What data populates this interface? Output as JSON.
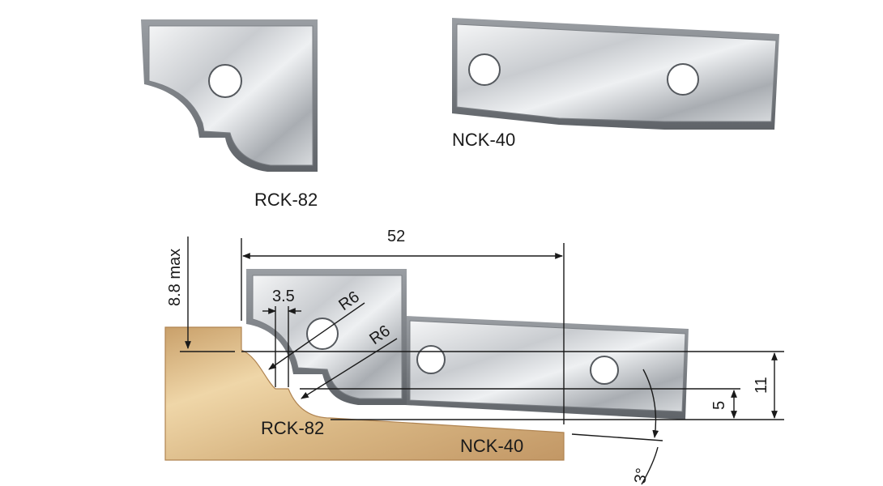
{
  "labels": {
    "rck_top": "RCK-82",
    "nck_top": "NCK-40",
    "rck_bottom": "RCK-82",
    "nck_bottom": "NCK-40"
  },
  "dimensions": {
    "width": "52",
    "max_depth": "8.8 max",
    "offset": "3.5",
    "radius_a": "R6",
    "radius_b": "R6",
    "height_total": "11",
    "height_step": "5",
    "angle": "3°"
  },
  "colors": {
    "steel_light": "#eceef0",
    "steel_mid": "#b9bdc2",
    "steel_dark": "#6f7378",
    "wood_light": "#ecd3a4",
    "wood_dark": "#c49a63",
    "line": "#1a1a1a"
  }
}
